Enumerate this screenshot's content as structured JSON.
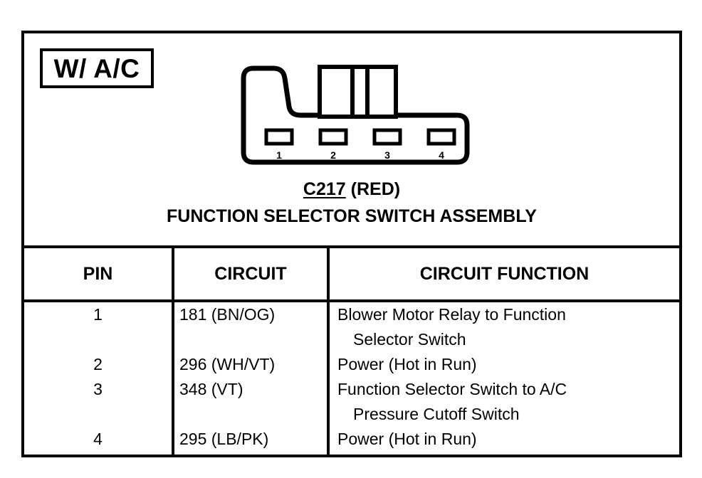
{
  "panel": {
    "variant_label": "W/ A/C"
  },
  "connector": {
    "name": "connector-c217",
    "pins": [
      {
        "number": "1"
      },
      {
        "number": "2"
      },
      {
        "number": "3"
      },
      {
        "number": "4"
      }
    ],
    "caption": {
      "id": "C217",
      "color": "(RED)",
      "assembly": "FUNCTION SELECTOR SWITCH ASSEMBLY"
    }
  },
  "table": {
    "headers": {
      "pin": "PIN",
      "circuit": "CIRCUIT",
      "function": "CIRCUIT FUNCTION"
    },
    "rows": [
      {
        "pin": "1",
        "circuit": "181 (BN/OG)",
        "function_line1": "Blower Motor Relay to Function",
        "function_line2": "Selector Switch"
      },
      {
        "pin": "2",
        "circuit": "296 (WH/VT)",
        "function_line1": "Power (Hot in Run)",
        "function_line2": ""
      },
      {
        "pin": "3",
        "circuit": "348 (VT)",
        "function_line1": "Function Selector Switch to A/C",
        "function_line2": "Pressure Cutoff Switch"
      },
      {
        "pin": "4",
        "circuit": "295 (LB/PK)",
        "function_line1": "Power (Hot in Run)",
        "function_line2": ""
      }
    ]
  },
  "colors": {
    "ink": "#000000",
    "paper": "#ffffff"
  }
}
